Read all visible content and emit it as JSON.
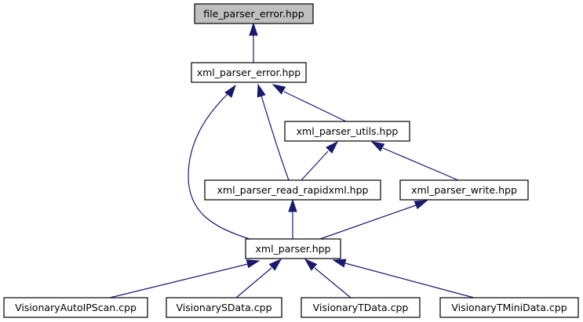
{
  "graph": {
    "type": "include-dependency-graph",
    "nodes": [
      {
        "id": "file_parser_error",
        "label": "file_parser_error.hpp",
        "highlighted": true
      },
      {
        "id": "xml_parser_error",
        "label": "xml_parser_error.hpp"
      },
      {
        "id": "xml_parser_utils",
        "label": "xml_parser_utils.hpp"
      },
      {
        "id": "xml_parser_read_rapidxml",
        "label": "xml_parser_read_rapidxml.hpp"
      },
      {
        "id": "xml_parser_write",
        "label": "xml_parser_write.hpp"
      },
      {
        "id": "xml_parser",
        "label": "xml_parser.hpp"
      },
      {
        "id": "VisionaryAutoIPScan",
        "label": "VisionaryAutoIPScan.cpp"
      },
      {
        "id": "VisionarySData",
        "label": "VisionarySData.cpp"
      },
      {
        "id": "VisionaryTData",
        "label": "VisionaryTData.cpp"
      },
      {
        "id": "VisionaryTMiniData",
        "label": "VisionaryTMiniData.cpp"
      }
    ],
    "edges": [
      {
        "from": "xml_parser_error",
        "to": "file_parser_error"
      },
      {
        "from": "xml_parser",
        "to": "xml_parser_error"
      },
      {
        "from": "xml_parser_read_rapidxml",
        "to": "xml_parser_error"
      },
      {
        "from": "xml_parser_utils",
        "to": "xml_parser_error"
      },
      {
        "from": "xml_parser_read_rapidxml",
        "to": "xml_parser_utils"
      },
      {
        "from": "xml_parser_write",
        "to": "xml_parser_utils"
      },
      {
        "from": "xml_parser",
        "to": "xml_parser_read_rapidxml"
      },
      {
        "from": "xml_parser",
        "to": "xml_parser_write"
      },
      {
        "from": "VisionaryAutoIPScan",
        "to": "xml_parser"
      },
      {
        "from": "VisionarySData",
        "to": "xml_parser"
      },
      {
        "from": "VisionaryTData",
        "to": "xml_parser"
      },
      {
        "from": "VisionaryTMiniData",
        "to": "xml_parser"
      }
    ],
    "colors": {
      "edge": "#191970",
      "highlighted_node_fill": "#bfbfbf",
      "node_fill": "#ffffff",
      "node_border": "#000000"
    }
  }
}
